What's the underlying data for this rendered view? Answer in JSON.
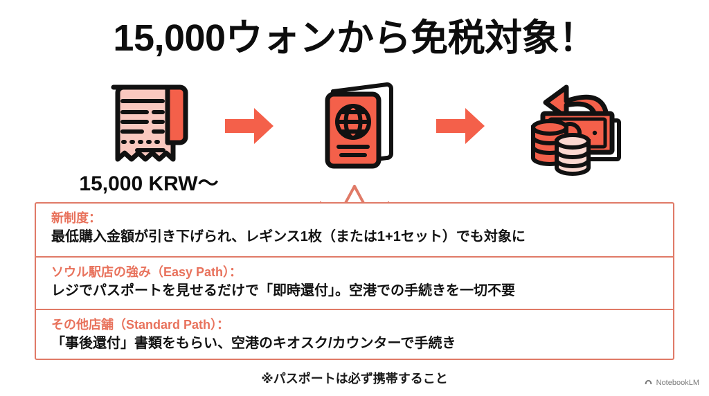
{
  "title": "15,000ウォンから免税対象！",
  "flow": {
    "steps": [
      {
        "icon": "receipt-icon",
        "caption": "15,000 KRW〜"
      },
      {
        "icon": "arrow-right-icon",
        "caption": ""
      },
      {
        "icon": "passport-icon",
        "caption": ""
      },
      {
        "icon": "arrow-right-icon",
        "caption": ""
      },
      {
        "icon": "money-refund-icon",
        "caption": ""
      }
    ],
    "price_caption": "15,000 KRW〜"
  },
  "callout": {
    "sections": [
      {
        "heading": "新制度：",
        "body": "最低購入金額が引き下げられ、レギンス1枚（または1+1セット）でも対象に"
      },
      {
        "heading": "ソウル駅店の強み（Easy Path）：",
        "body": "レジでパスポートを見せるだけで「即時還付」。空港での手続きを一切不要"
      },
      {
        "heading": "その他店舗（Standard Path）：",
        "body": "「事後還付」書類をもらい、空港のキオスク/カウンターで手続き"
      }
    ]
  },
  "footer_note": "※パスポートは必ず携帯すること",
  "watermark": "NotebookLM",
  "colors": {
    "coral": "#F4604A",
    "coral_soft": "#E8725C",
    "border": "#E07A67",
    "pink_light": "#F9C8BF",
    "pink_lighter": "#FBD8D0",
    "ink": "#0d0d0d",
    "background": "#ffffff"
  }
}
